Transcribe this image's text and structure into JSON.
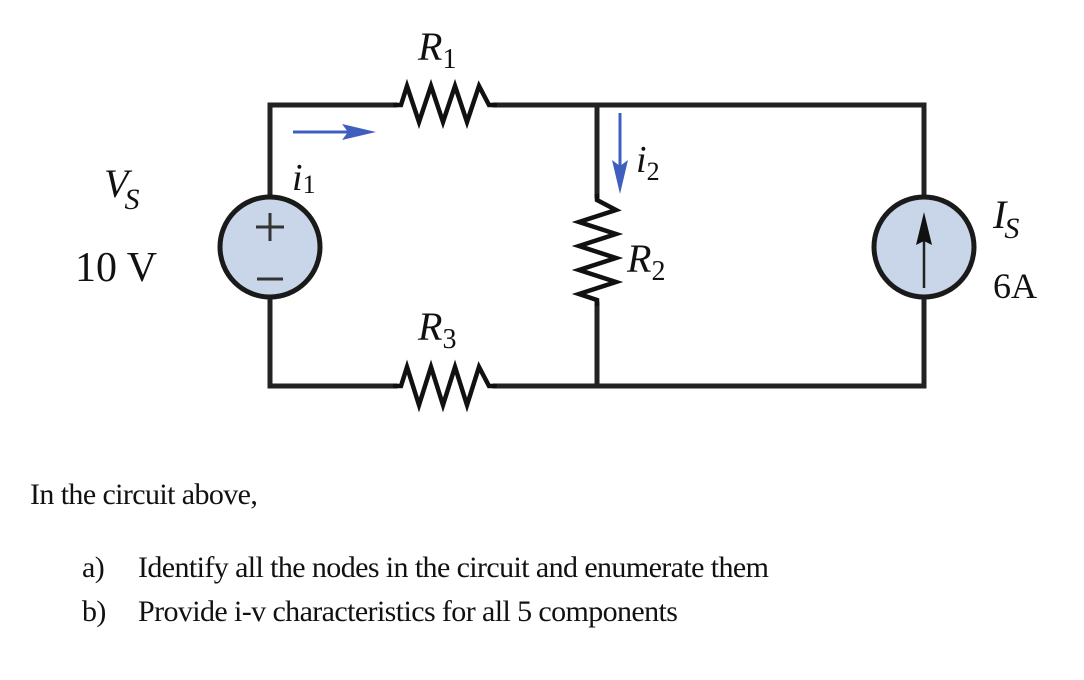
{
  "circuit": {
    "voltage_source": {
      "symbol": "V",
      "subscript": "S",
      "value": "10 V",
      "plus_sign": "+",
      "minus_sign": "–"
    },
    "current_source": {
      "symbol": "I",
      "subscript": "S",
      "value": "6A",
      "arrow_direction": "up"
    },
    "resistors": [
      {
        "symbol": "R",
        "subscript": "1",
        "position": "top"
      },
      {
        "symbol": "R",
        "subscript": "2",
        "position": "middle-vertical"
      },
      {
        "symbol": "R",
        "subscript": "3",
        "position": "bottom"
      }
    ],
    "currents": [
      {
        "symbol": "i",
        "subscript": "1",
        "direction": "right"
      },
      {
        "symbol": "i",
        "subscript": "2",
        "direction": "down"
      }
    ],
    "colors": {
      "wire": "#222222",
      "source_fill": "#c9d5e8",
      "current_arrow": "#3f5fbf"
    }
  },
  "question": {
    "intro": "In the circuit above,",
    "items": [
      {
        "marker": "a)",
        "text": "Identify all the nodes in the circuit and enumerate them"
      },
      {
        "marker": "b)",
        "text": "Provide i-v characteristics for all 5 components"
      }
    ]
  }
}
